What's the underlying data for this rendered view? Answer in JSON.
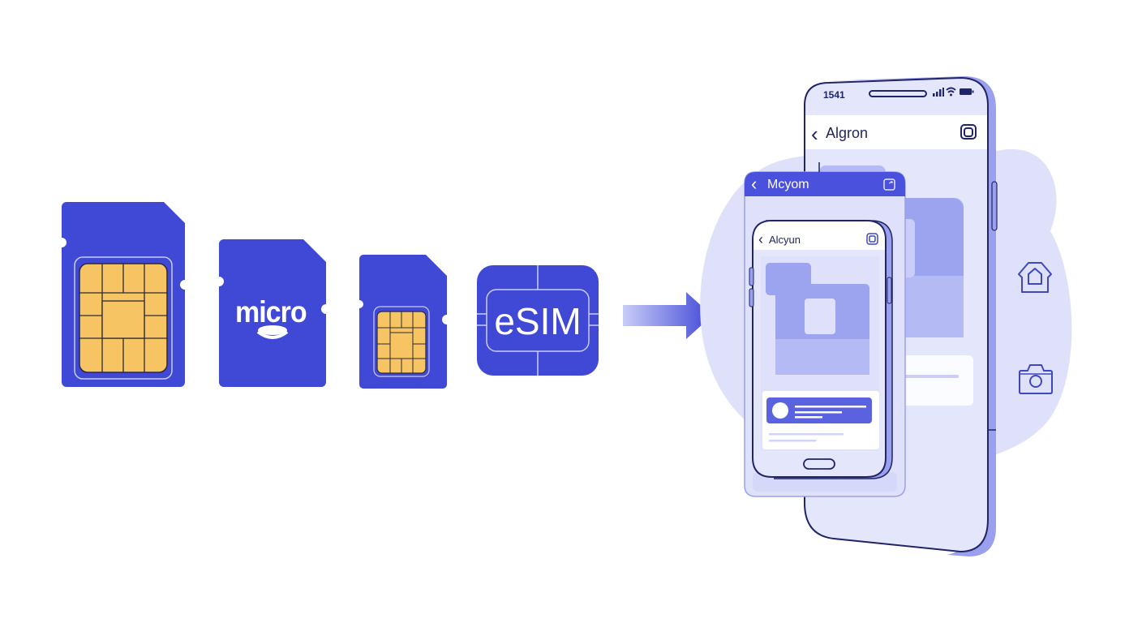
{
  "colors": {
    "sim_blue": "#4048d6",
    "chip_gold": "#f6c462",
    "chip_line": "#2a2a3a",
    "lavender_bg": "#dfe1fb",
    "phone_fill": "#e4e6fc",
    "phone_edge": "#9aa0ee",
    "outline_dark": "#1f2566",
    "screen_block": "#9ca3ef",
    "screen_block_light": "#b4baf3",
    "header_blue": "#4a51dc",
    "icon_stroke": "#4048c0"
  },
  "sim_cards": [
    {
      "name": "standard-sim",
      "label": ""
    },
    {
      "name": "micro-sim",
      "label": "micro"
    },
    {
      "name": "nano-sim",
      "label": ""
    },
    {
      "name": "esim",
      "label": "eSIM"
    }
  ],
  "arrow": {
    "direction": "right"
  },
  "back_phone": {
    "status_time": "1541",
    "status_icons": [
      "signal-icon",
      "wifi-icon",
      "battery-icon"
    ],
    "header_title": "Algron",
    "back_glyph": "‹",
    "header_icon": "camera-icon"
  },
  "mid_card": {
    "back_glyph": "‹",
    "header_title": "Mcyom",
    "header_icon": "edit-icon"
  },
  "front_phone": {
    "back_glyph": "‹",
    "header_title": "Alcyun",
    "header_icon": "camera-icon"
  },
  "side_icons": [
    "home-icon",
    "camera-icon"
  ],
  "esim_text": "eSIM",
  "micro_text": "micro"
}
